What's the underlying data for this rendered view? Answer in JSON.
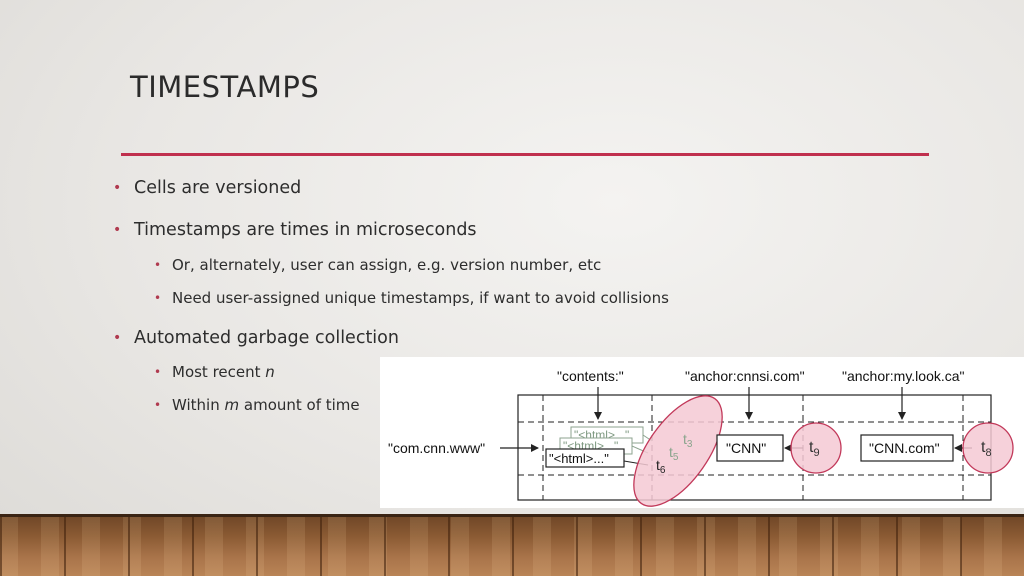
{
  "slide": {
    "title": "TIMESTAMPS",
    "bullets": [
      {
        "text": "Cells are versioned"
      },
      {
        "text": "Timestamps are times in microseconds",
        "sub": [
          "Or, alternately, user can assign, e.g. version number, etc",
          "Need user-assigned unique timestamps, if want to avoid collisions"
        ]
      },
      {
        "text": "Automated garbage collection",
        "sub_parts": [
          {
            "pre": "Most recent ",
            "em": "n",
            "post": ""
          },
          {
            "pre": "Within ",
            "em": "m",
            "post": " amount of time"
          }
        ]
      }
    ],
    "bullet_color": "#b03a4f",
    "rule_color": "#c0304e"
  },
  "figure": {
    "row_key": "\"com.cnn.www\"",
    "columns": [
      "\"contents:\"",
      "\"anchor:cnnsi.com\"",
      "\"anchor:my.look.ca\""
    ],
    "versions": [
      "\"<html>...\"",
      "\"<html>...\"",
      "\"<html>...\""
    ],
    "version_ts": [
      "t",
      "t",
      "t"
    ],
    "version_ts_sub": [
      "3",
      "5",
      "6"
    ],
    "cell2_value": "\"CNN\"",
    "cell2_ts": "t",
    "cell2_ts_sub": "9",
    "cell3_value": "\"CNN.com\"",
    "cell3_ts": "t",
    "cell3_ts_sub": "8",
    "highlight_fill": "#f4c9d4",
    "highlight_stroke": "#c2395a"
  }
}
